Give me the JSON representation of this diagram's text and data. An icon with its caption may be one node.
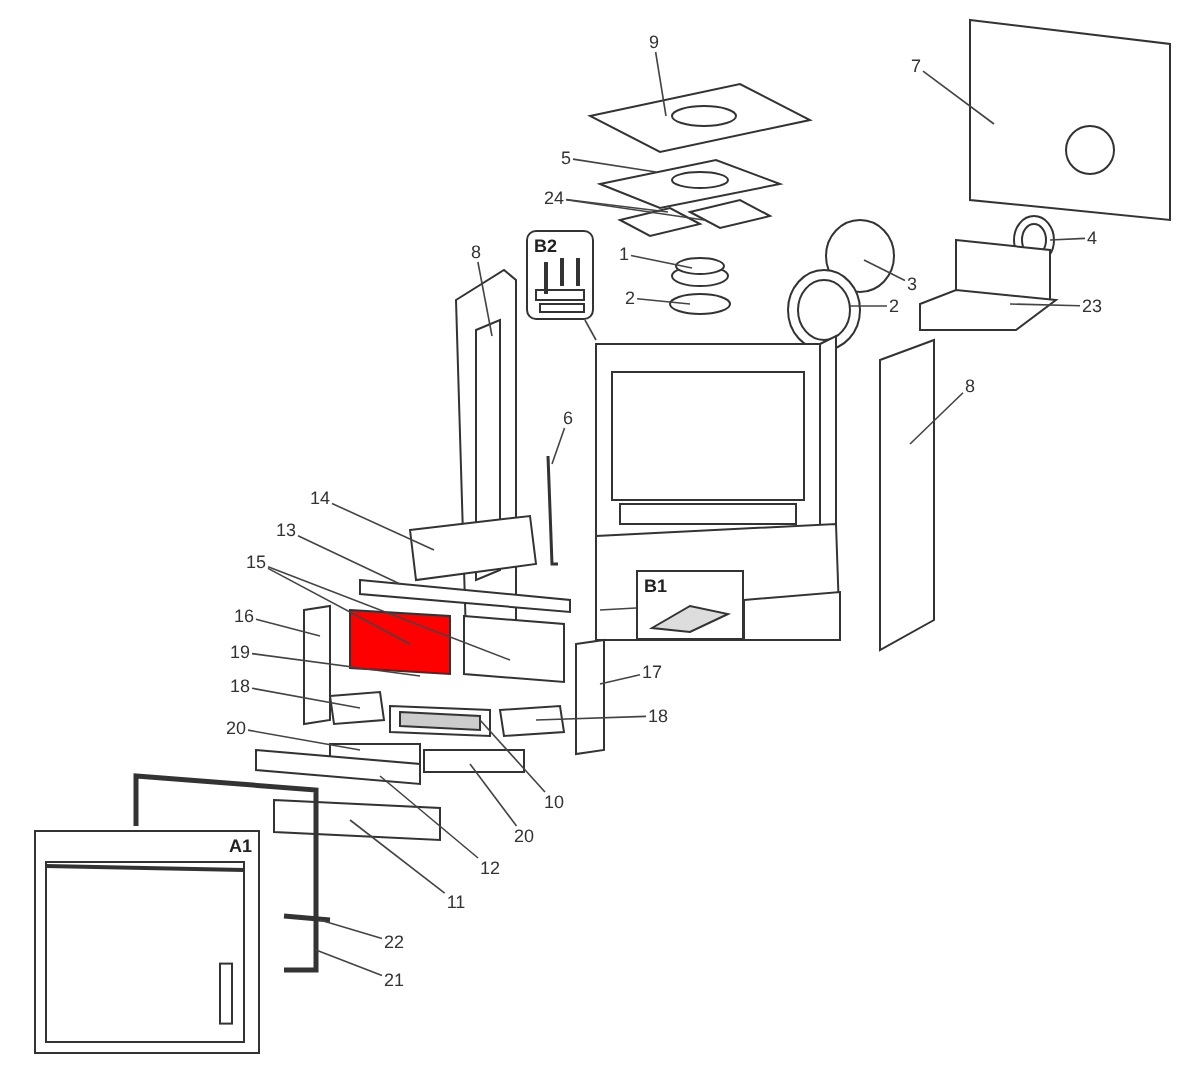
{
  "diagram": {
    "nodes": [
      {
        "text": [
          "9"
        ]
      },
      {
        "text": [
          "7"
        ]
      },
      {
        "text": [
          "5"
        ]
      },
      {
        "text": [
          "24"
        ]
      },
      {
        "text": [
          "B2"
        ]
      },
      {
        "text": [
          "1"
        ]
      },
      {
        "text": [
          "8"
        ]
      },
      {
        "text": [
          "3"
        ]
      },
      {
        "text": [
          "2"
        ]
      },
      {
        "text": [
          "2"
        ]
      },
      {
        "text": [
          "4"
        ]
      },
      {
        "text": [
          "23"
        ]
      },
      {
        "text": [
          "8"
        ]
      },
      {
        "text": [
          "6"
        ]
      },
      {
        "text": [
          "14"
        ]
      },
      {
        "text": [
          "13"
        ]
      },
      {
        "text": [
          "15"
        ]
      },
      {
        "text": [
          "B1"
        ]
      },
      {
        "text": [
          "16"
        ]
      },
      {
        "text": [
          "17"
        ]
      },
      {
        "text": [
          "19"
        ]
      },
      {
        "text": [
          "18"
        ]
      },
      {
        "text": [
          "18"
        ]
      },
      {
        "text": [
          "20"
        ]
      },
      {
        "text": [
          "10"
        ]
      },
      {
        "text": [
          "20"
        ]
      },
      {
        "text": [
          "12"
        ]
      },
      {
        "text": [
          "A1"
        ]
      },
      {
        "text": [
          "11"
        ]
      },
      {
        "text": [
          "22"
        ]
      },
      {
        "text": [
          "21"
        ]
      }
    ],
    "edges": [
      {
        "from": 0,
        "to": null,
        "arrow": "none"
      },
      {
        "from": 1,
        "to": null,
        "arrow": "none"
      },
      {
        "from": 2,
        "to": null,
        "arrow": "none"
      },
      {
        "from": 3,
        "to": null,
        "arrow": "none"
      },
      {
        "from": 3,
        "to": null,
        "arrow": "none"
      },
      {
        "from": 4,
        "to": null,
        "arrow": "none"
      },
      {
        "from": 5,
        "to": null,
        "arrow": "none"
      },
      {
        "from": 6,
        "to": null,
        "arrow": "none"
      },
      {
        "from": 7,
        "to": null,
        "arrow": "none"
      },
      {
        "from": 8,
        "to": null,
        "arrow": "none"
      },
      {
        "from": 9,
        "to": null,
        "arrow": "none"
      },
      {
        "from": 10,
        "to": null,
        "arrow": "none"
      },
      {
        "from": 11,
        "to": null,
        "arrow": "none"
      },
      {
        "from": 12,
        "to": null,
        "arrow": "none"
      },
      {
        "from": 13,
        "to": null,
        "arrow": "none"
      },
      {
        "from": 14,
        "to": null,
        "arrow": "none"
      },
      {
        "from": 15,
        "to": null,
        "arrow": "none"
      },
      {
        "from": 16,
        "to": null,
        "arrow": "none"
      },
      {
        "from": 16,
        "to": null,
        "arrow": "none"
      },
      {
        "from": 17,
        "to": null,
        "arrow": "none"
      },
      {
        "from": 18,
        "to": null,
        "arrow": "none"
      },
      {
        "from": 19,
        "to": null,
        "arrow": "none"
      },
      {
        "from": 20,
        "to": null,
        "arrow": "none"
      },
      {
        "from": 21,
        "to": null,
        "arrow": "none"
      },
      {
        "from": 22,
        "to": null,
        "arrow": "none"
      },
      {
        "from": 23,
        "to": null,
        "arrow": "none"
      },
      {
        "from": 24,
        "to": null,
        "arrow": "none"
      },
      {
        "from": 25,
        "to": null,
        "arrow": "none"
      },
      {
        "from": 26,
        "to": null,
        "arrow": "none"
      },
      {
        "from": 28,
        "to": null,
        "arrow": "none"
      },
      {
        "from": 29,
        "to": null,
        "arrow": "none"
      },
      {
        "from": 30,
        "to": null,
        "arrow": "none"
      }
    ]
  }
}
